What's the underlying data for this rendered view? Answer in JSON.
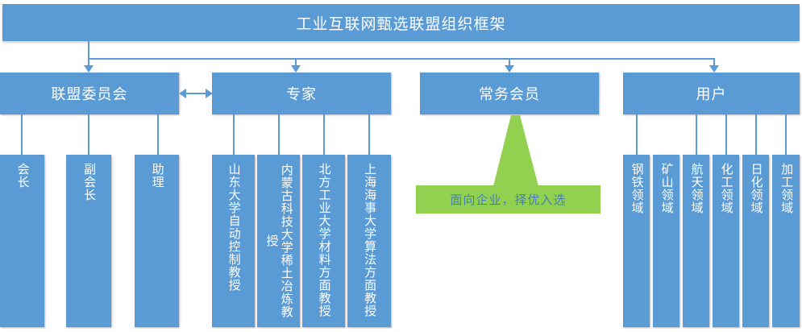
{
  "title": "工业互联网甄选联盟组织框架",
  "theme": {
    "primary_blue": "#5B9BD5",
    "accent_green": "#92D050",
    "callout_text_blue": "#4A7EBB",
    "box_text": "#FFFFFF",
    "background": "#FFFFFF"
  },
  "level2": [
    {
      "id": "committee",
      "label": "联盟委员会"
    },
    {
      "id": "experts",
      "label": "专家"
    },
    {
      "id": "members",
      "label": "常务会员"
    },
    {
      "id": "users",
      "label": "用户"
    }
  ],
  "committee_children": [
    {
      "label": "会长"
    },
    {
      "label": "副会长"
    },
    {
      "label": "助理"
    }
  ],
  "expert_children": [
    {
      "label": "山东大学自动控制教授"
    },
    {
      "label": "内蒙古科技大学稀土冶炼教授"
    },
    {
      "label": "北方工业大学材料方面教授"
    },
    {
      "label": "上海海事大学算法方面教授"
    }
  ],
  "user_children": [
    {
      "label": "钢铁领域"
    },
    {
      "label": "矿山领域"
    },
    {
      "label": "航天领域"
    },
    {
      "label": "化工领域"
    },
    {
      "label": "日化领域"
    },
    {
      "label": "加工领域"
    }
  ],
  "callout": {
    "text": "面向企业，择优入选",
    "attached_to": "常务会员"
  },
  "connectors": {
    "committee_experts_relation": "双向箭头"
  }
}
